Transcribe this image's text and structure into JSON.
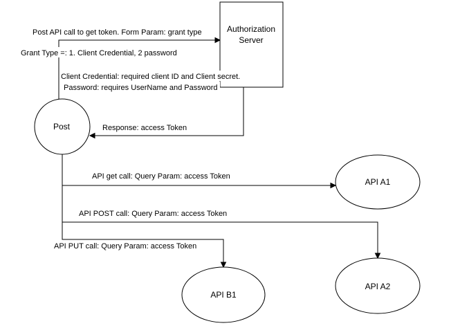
{
  "nodes": {
    "auth_server": {
      "line1": "Authorization",
      "line2": "Server"
    },
    "post": {
      "label": "Post"
    },
    "api_a1": {
      "label": "API A1"
    },
    "api_a2": {
      "label": "API A2"
    },
    "api_b1": {
      "label": "API B1"
    }
  },
  "edges": {
    "get_token": {
      "label": "Post API call to get token. Form Param: grant type",
      "note_grant_type": "Grant Type =: 1. Client Credential, 2 password",
      "note_client_credential": "Client Credential: required client ID and Client secret.",
      "note_password": "Password: requires UserName and Password"
    },
    "response": {
      "label": "Response: access Token"
    },
    "get_call": {
      "label": "API get call: Query Param: access Token"
    },
    "post_call": {
      "label": "API POST call: Query Param: access Token"
    },
    "put_call": {
      "label": "API PUT call: Query Param: access Token"
    }
  },
  "colors": {
    "stroke": "#000000",
    "fill": "#ffffff",
    "text": "#000000"
  }
}
